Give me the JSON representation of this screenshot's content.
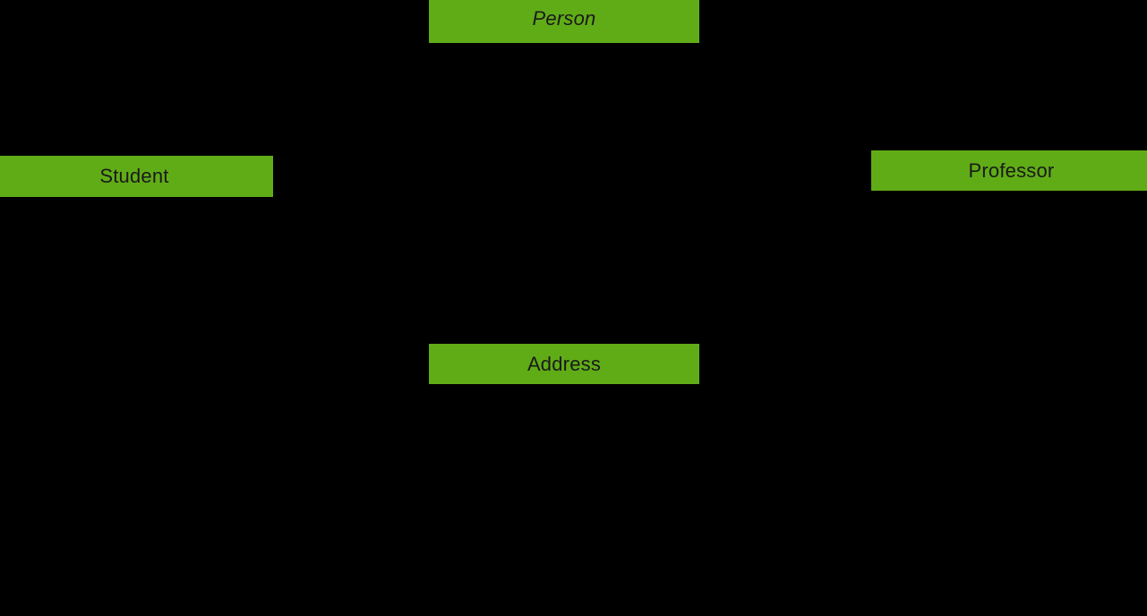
{
  "diagram": {
    "type": "uml-class-diagram",
    "background_color": "#000000",
    "node_fill_color": "#60ac17",
    "node_text_color": "#1a1a1a",
    "edge_color": "#000000",
    "classes": [
      {
        "id": "person",
        "name": "Person",
        "abstract": true,
        "clipped_edge": "top"
      },
      {
        "id": "student",
        "name": "Student",
        "abstract": false,
        "clipped_edge": "left"
      },
      {
        "id": "professor",
        "name": "Professor",
        "abstract": false,
        "clipped_edge": "right"
      },
      {
        "id": "address",
        "name": "Address",
        "abstract": false,
        "clipped_edge": "none"
      }
    ],
    "relationships": [
      {
        "from": "student",
        "to": "person",
        "kind": "generalization"
      },
      {
        "from": "professor",
        "to": "person",
        "kind": "generalization"
      },
      {
        "from": "person",
        "to": "address",
        "kind": "association"
      }
    ]
  }
}
